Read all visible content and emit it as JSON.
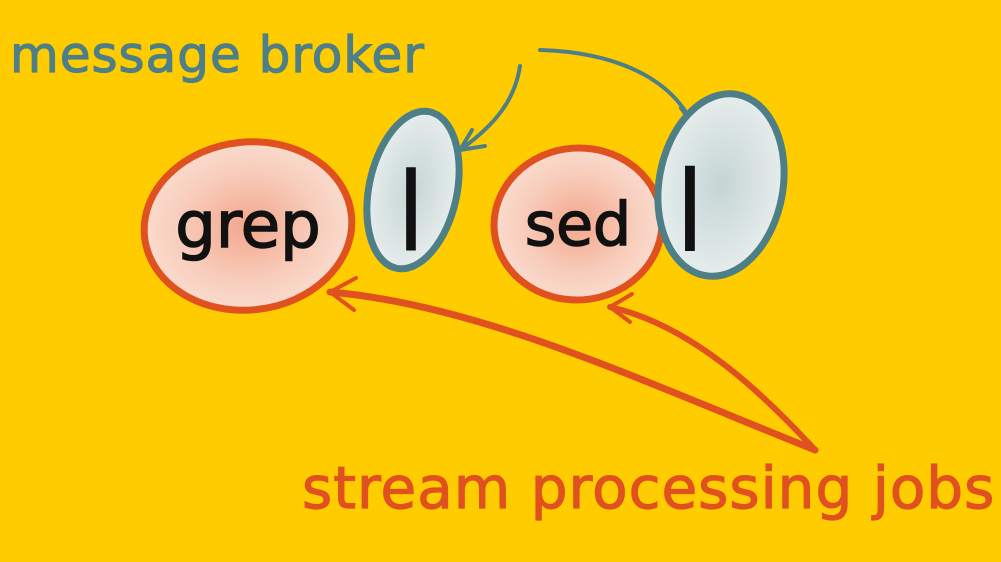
{
  "labels": {
    "broker": "message broker",
    "jobs": "stream processing jobs"
  },
  "nodes": {
    "grep": "grep",
    "sed": "sed",
    "pipe1": "|",
    "pipe2": "|"
  },
  "colors": {
    "background": "#FFCC00",
    "broker_ink": "#4F7F86",
    "broker_fill": "#D6E2E1",
    "job_ink": "#E0511F",
    "job_fill": "#F6C7B4",
    "text_ink": "#111111"
  }
}
